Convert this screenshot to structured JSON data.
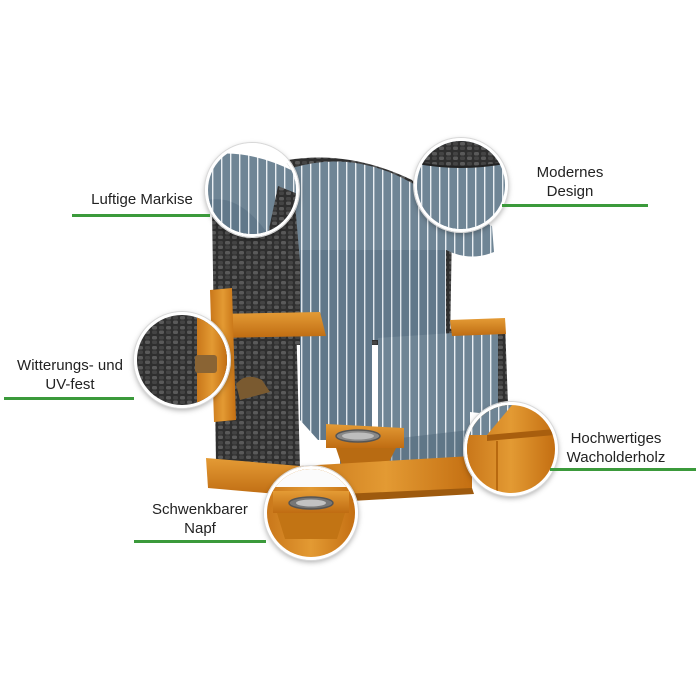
{
  "callouts": [
    {
      "id": "markise",
      "lines": [
        "Luftige Markise"
      ]
    },
    {
      "id": "design",
      "lines": [
        "Modernes",
        "Design"
      ]
    },
    {
      "id": "witterung",
      "lines": [
        "Witterungs- und",
        "UV-fest"
      ]
    },
    {
      "id": "holz",
      "lines": [
        "Hochwertiges",
        "Wacholderholz"
      ]
    },
    {
      "id": "napf",
      "lines": [
        "Schwenkbarer",
        "Napf"
      ]
    }
  ],
  "colors": {
    "accent_line": "#3b9a3b",
    "fabric": "#6f8595",
    "fabric_dark": "#4f6472",
    "stripe": "#e9eef2",
    "wicker": "#3e3e3e",
    "wood": "#d9891f",
    "wood_dark": "#b66a10"
  }
}
